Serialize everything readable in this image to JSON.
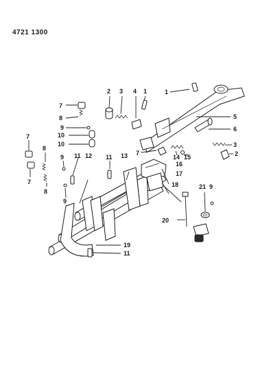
{
  "diagram": {
    "part_number": "4721 1300",
    "callouts": {
      "c2a": "2",
      "c3a": "3",
      "c4": "4",
      "c1a": "1",
      "c1b": "1",
      "c5": "5",
      "c6": "6",
      "c7a": "7",
      "c8a": "8",
      "c9a": "9",
      "c10a": "10",
      "c10b": "10",
      "c7b": "7",
      "c8b": "8",
      "c7c": "7",
      "c8c": "8",
      "c9b": "9",
      "c11a": "11",
      "c12": "12",
      "c11b": "11",
      "c13": "13",
      "c7d": "7",
      "c14": "14",
      "c15": "15",
      "c3b": "3",
      "c2b": "2",
      "c16": "16",
      "c17": "17",
      "c18": "18",
      "c21": "21",
      "c9c": "9",
      "c9d": "9",
      "c20": "20",
      "c19": "19",
      "c11c": "11"
    }
  }
}
